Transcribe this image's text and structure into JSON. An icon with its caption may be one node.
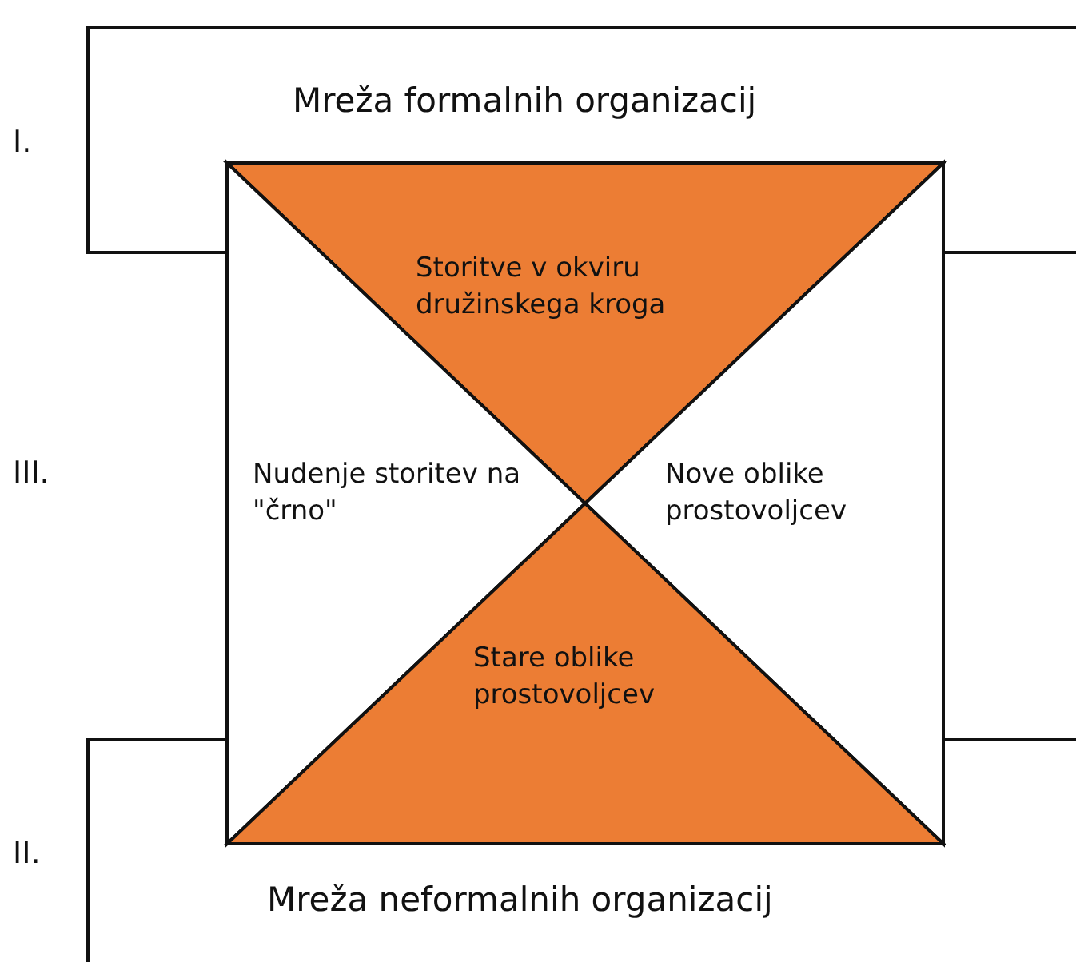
{
  "diagram": {
    "nodes": [
      {
        "text": [
          "Mreža formalnih organizacij"
        ]
      },
      {
        "text": [
          "Storitve v okviru družinskega kroga"
        ]
      },
      {
        "text": [
          "Nudenje storitev na \"črno\""
        ]
      },
      {
        "text": [
          "Nove oblike prostovoljcev"
        ]
      },
      {
        "text": [
          "Stare oblike prostovoljcev"
        ]
      },
      {
        "text": [
          "Mreža neformalnih organizacij"
        ]
      }
    ],
    "labels": [
      "I.",
      "III.",
      "II."
    ]
  }
}
